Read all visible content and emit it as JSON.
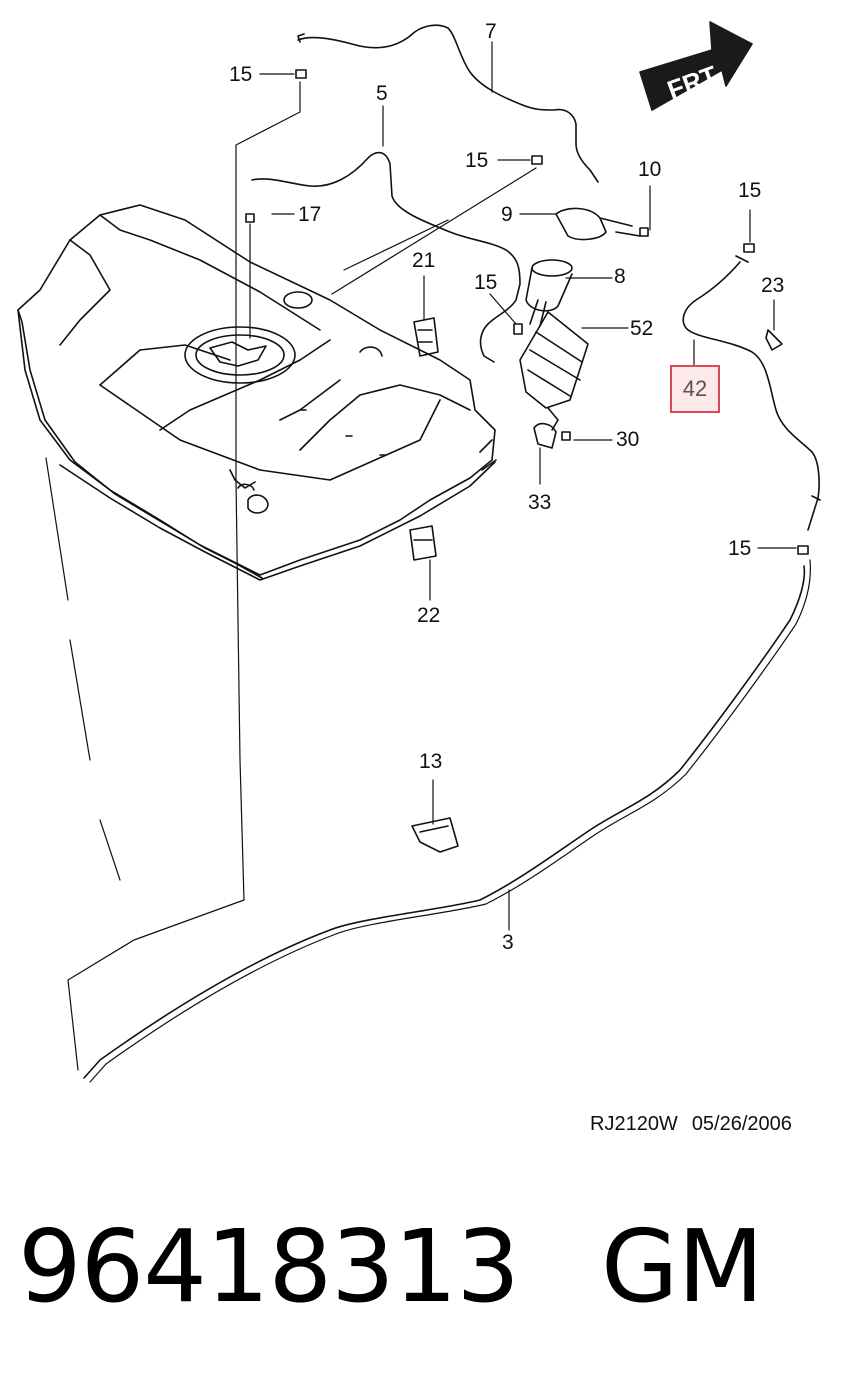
{
  "direction_badge": {
    "text": "FRT",
    "icon": "front-direction-arrow-icon"
  },
  "callouts": {
    "c7": "7",
    "c5": "5",
    "c15_top": "15",
    "c15_mid": "15",
    "c17": "17",
    "c10": "10",
    "c9": "9",
    "c21": "21",
    "c15_filter": "15",
    "c8": "8",
    "c52": "52",
    "c30": "30",
    "c33": "33",
    "c15_right": "15",
    "c23": "23",
    "c42": "42",
    "c15_lower": "15",
    "c22": "22",
    "c13": "13",
    "c3": "3"
  },
  "highlighted_callout": "42",
  "highlight_color": "#d84a55",
  "reference": {
    "code": "RJ2120W",
    "date": "05/26/2006"
  },
  "part": {
    "number": "96418313",
    "brand": "GM"
  }
}
